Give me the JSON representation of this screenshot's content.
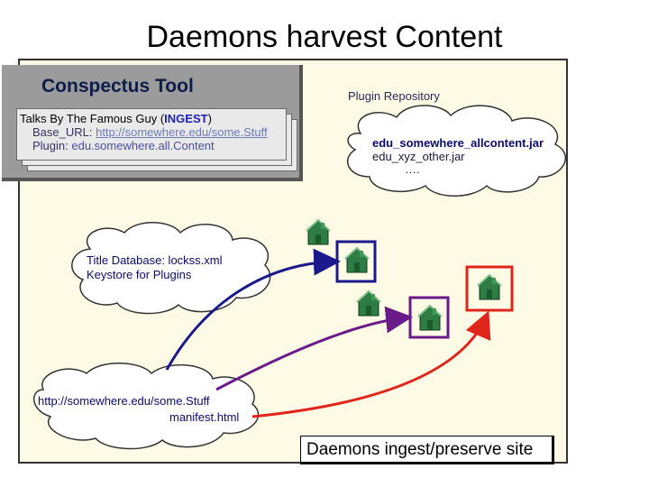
{
  "title": "Daemons harvest Content",
  "conspectus": {
    "title": "Conspectus Tool",
    "entry_prefix": "Talks By The Famous Guy  (",
    "entry_tag": "INGEST",
    "entry_suffix": ")",
    "base_url_label": "Base_URL: ",
    "base_url_value": "http://somewhere.edu/some.Stuff",
    "plugin_label": "Plugin: ",
    "plugin_value": "edu.somewhere.all.Content"
  },
  "plugin_repository": {
    "label": "Plugin  Repository",
    "files": [
      "edu_somewhere_allcontent.jar",
      "edu_xyz_other.jar",
      "…."
    ]
  },
  "title_database": {
    "lines": [
      "Title Database: lockss.xml",
      "Keystore for Plugins"
    ]
  },
  "site": {
    "url": "http://somewhere.edu/some.Stuff",
    "manifest": "manifest.html"
  },
  "caption": "Daemons ingest/preserve site",
  "colors": {
    "frame_bg": "#fdfbe6",
    "tool_bg": "#9b9b9b",
    "house_green": "#2e7d44",
    "blue_arrow": "#1a1a8c",
    "purple_arrow": "#6b1a8a",
    "red_arrow": "#e0251b"
  },
  "icons": [
    "house-icon",
    "arrow-icon",
    "cloud-shape"
  ]
}
